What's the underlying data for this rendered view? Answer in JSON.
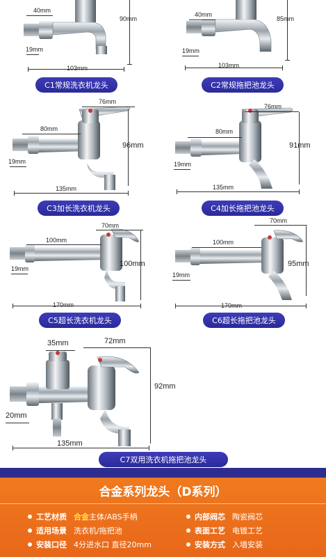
{
  "products": [
    {
      "label": "C1常规洗衣机龙头",
      "dims": {
        "width": "40mm",
        "height": "90mm",
        "outlet": "19mm",
        "length": "103mm"
      }
    },
    {
      "label": "C2常规拖把池龙头",
      "dims": {
        "width": "40mm",
        "height": "85mm",
        "outlet": "19mm",
        "length": "103mm"
      }
    },
    {
      "label": "C3加长洗衣机龙头",
      "dims": {
        "handle": "76mm",
        "body": "80mm",
        "height": "96mm",
        "outlet": "19mm",
        "length": "135mm"
      }
    },
    {
      "label": "C4加长拖把池龙头",
      "dims": {
        "handle": "76mm",
        "body": "80mm",
        "height": "91mm",
        "outlet": "19mm",
        "length": "135mm"
      }
    },
    {
      "label": "C5超长洗衣机龙头",
      "dims": {
        "handle": "70mm",
        "body": "100mm",
        "height": "100mm",
        "outlet": "19mm",
        "length": "170mm"
      }
    },
    {
      "label": "C6超长拖把池龙头",
      "dims": {
        "handle": "70mm",
        "body": "100mm",
        "height": "95mm",
        "outlet": "19mm",
        "length": "170mm"
      }
    },
    {
      "label": "C7双用洗衣机拖把池龙头",
      "dims": {
        "knob": "35mm",
        "handle": "72mm",
        "height": "92mm",
        "outlet": "20mm",
        "length": "135mm"
      }
    }
  ],
  "spec_panel": {
    "title": "合金系列龙头（D系列）",
    "rows": [
      {
        "key": "工艺材质",
        "highlight": "合金",
        "value": "主体/ABS手柄"
      },
      {
        "key": "内部阀芯",
        "value": "陶瓷阀芯"
      },
      {
        "key": "适用场景",
        "value": "洗衣机/拖把池"
      },
      {
        "key": "表面工艺",
        "value": "电镀工艺"
      },
      {
        "key": "安装口径",
        "value": "4分进水口 直径20mm"
      },
      {
        "key": "安装方式",
        "value": "入墙安装"
      }
    ]
  },
  "colors": {
    "pill": "#3130a6",
    "panel": "#ec6f1c",
    "highlight": "#ffe14a",
    "divider": "#2e2d8f"
  }
}
